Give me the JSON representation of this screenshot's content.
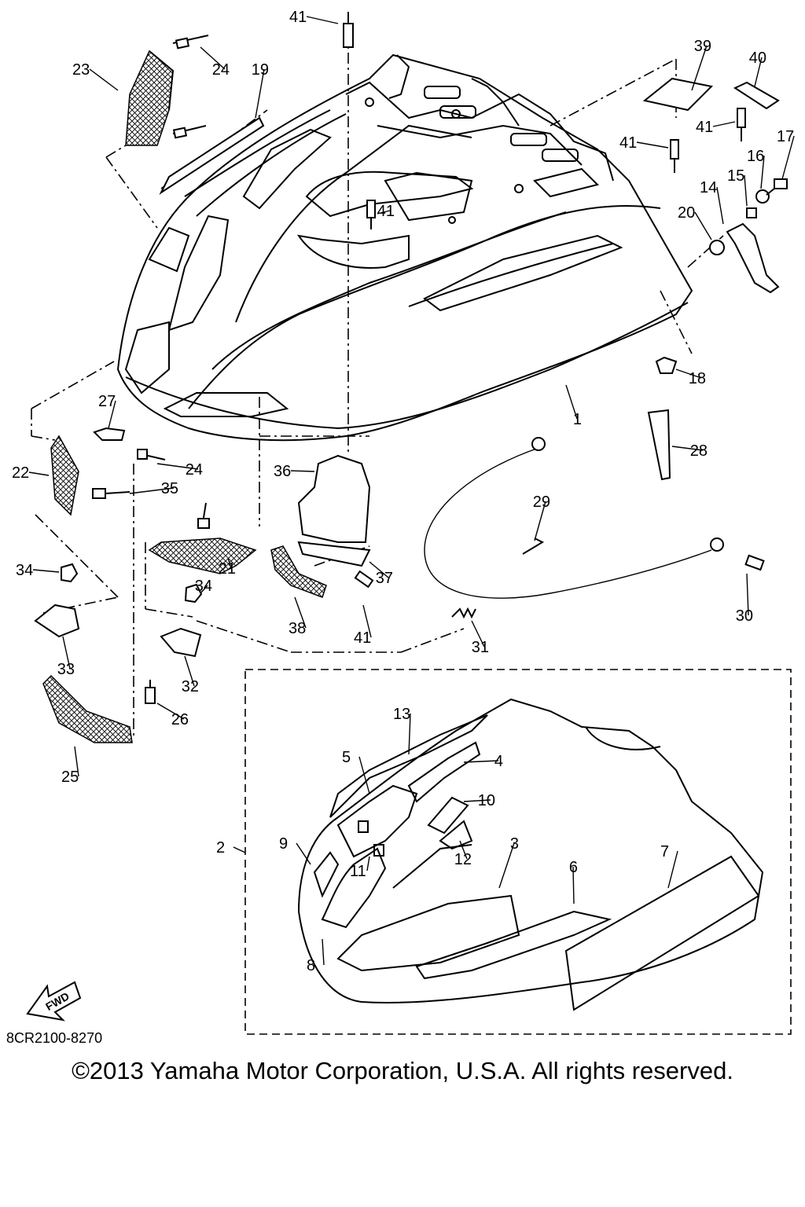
{
  "drawing_code": "8CR2100-8270",
  "copyright": "©2013 Yamaha Motor Corporation, U.S.A. All rights reserved.",
  "fwd_label": "FWD",
  "callouts": [
    "1",
    "2",
    "3",
    "4",
    "5",
    "6",
    "7",
    "8",
    "9",
    "10",
    "11",
    "12",
    "13",
    "14",
    "15",
    "16",
    "17",
    "18",
    "19",
    "20",
    "21",
    "22",
    "23",
    "24",
    "24",
    "25",
    "26",
    "27",
    "28",
    "29",
    "30",
    "31",
    "32",
    "33",
    "34",
    "34",
    "35",
    "36",
    "37",
    "38",
    "39",
    "40",
    "41",
    "41",
    "41",
    "41",
    "41"
  ]
}
